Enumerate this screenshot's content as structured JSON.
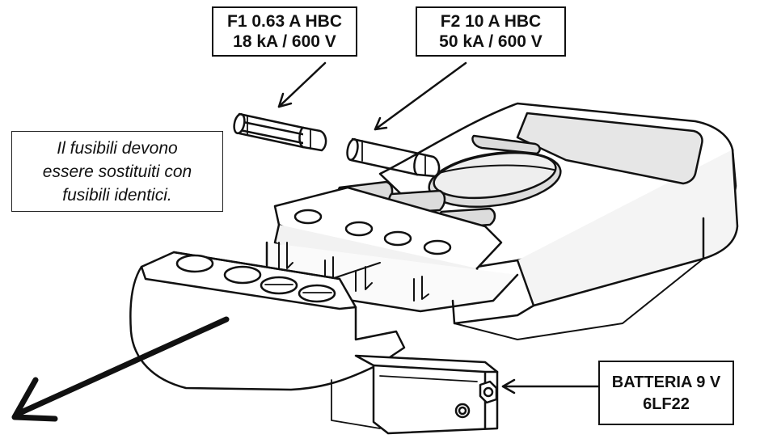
{
  "labels": {
    "fuse1": {
      "line1": "F1  0.63 A HBC",
      "line2": "18 kA / 600 V"
    },
    "fuse2": {
      "line1": "F2  10 A HBC",
      "line2": "50 kA / 600 V"
    },
    "battery": {
      "line1": "BATTERIA 9 V",
      "line2": "6LF22"
    },
    "note": {
      "line1": "Il fusibili devono",
      "line2": "essere sostituiti con",
      "line3": "fusibili identici."
    }
  },
  "icons": [
    "fuse-icon",
    "battery-icon",
    "multimeter-icon",
    "arrow-icon"
  ],
  "colors": {
    "ink": "#111111",
    "paper": "#ffffff",
    "shade": "#d9d9d9"
  }
}
